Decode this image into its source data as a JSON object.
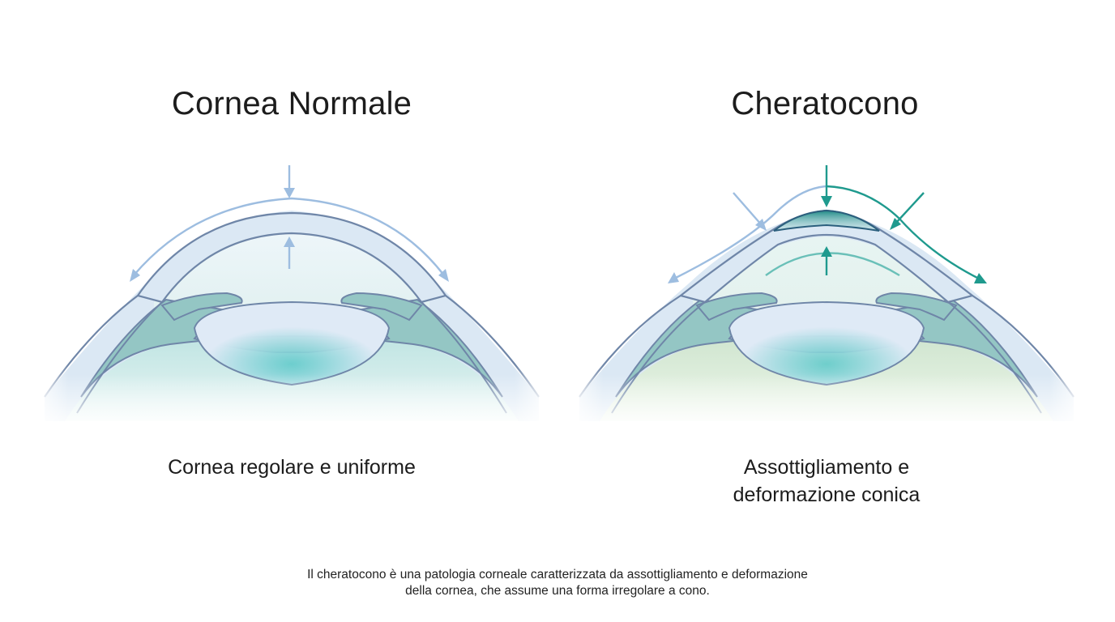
{
  "normal": {
    "title": "Cornea Normale",
    "caption": "Cornea regolare e uniforme"
  },
  "keratoconus": {
    "title": "Cheratocono",
    "caption_line1": "Assottigliamento e",
    "caption_line2": "deformazione conica"
  },
  "footnote": {
    "line1": "Il cheratocono è una patologia corneale caratterizzata da assottigliamento e deformazione",
    "line2": "della cornea, che assume una forma irregolare a cono."
  },
  "colors": {
    "outline": "#6f86a8",
    "cornea_fill": "#dbe8f4",
    "iris_fill": "#94c6c4",
    "lens_fill": "#dfeaf6",
    "lens_center": "#6fcfcf",
    "arrow_light": "#9dbde0",
    "arrow_teal": "#1f9a8e",
    "thin_cone": "#1f8a86"
  }
}
